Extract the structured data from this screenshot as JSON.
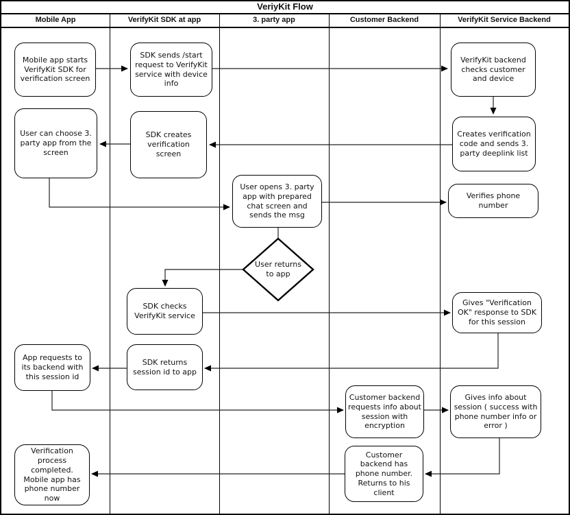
{
  "title": "VeriyKit Flow",
  "lanes": [
    {
      "label": "Mobile App"
    },
    {
      "label": "VerifyKit SDK at app"
    },
    {
      "label": "3. party app"
    },
    {
      "label": "Customer Backend"
    },
    {
      "label": "VerifyKit Service Backend"
    }
  ],
  "nodes": {
    "mobile_starts_sdk": {
      "text": "Mobile app starts VerifyKit SDK for verification screen"
    },
    "sdk_sends_start": {
      "text": "SDK sends /start request to VerifyKit service with device info"
    },
    "backend_checks": {
      "text": "VerifyKit backend checks customer and device"
    },
    "user_can_choose": {
      "text": "User can choose 3. party app from the screen"
    },
    "sdk_creates_screen": {
      "text": "SDK creates verification screen"
    },
    "creates_code": {
      "text": "Creates verification code and sends 3. party deeplink list"
    },
    "user_opens_app": {
      "text": "User opens 3. party app with prepared chat screen and sends the msg"
    },
    "verifies_phone": {
      "text": "Verifies phone number"
    },
    "user_returns": {
      "text": "User returns to app"
    },
    "sdk_checks_service": {
      "text": "SDK checks VerifyKit service"
    },
    "gives_verification_ok": {
      "text": "Gives \"Verification OK\" response to SDK for this session"
    },
    "sdk_returns_session": {
      "text": "SDK returns session id to app"
    },
    "app_requests_backend": {
      "text": "App requests to its backend with this session id"
    },
    "customer_requests_info": {
      "text": "Customer backend requests info about session with encryption"
    },
    "gives_session_info": {
      "text": "Gives info about session ( success with phone number info or error )"
    },
    "customer_has_phone": {
      "text": "Customer backend has phone number. Returns to his client"
    },
    "verification_completed": {
      "text": "Verification process completed. Mobile app has phone number now"
    }
  },
  "colors": {
    "line": "#000000",
    "background": "#ffffff",
    "text": "#111111"
  }
}
